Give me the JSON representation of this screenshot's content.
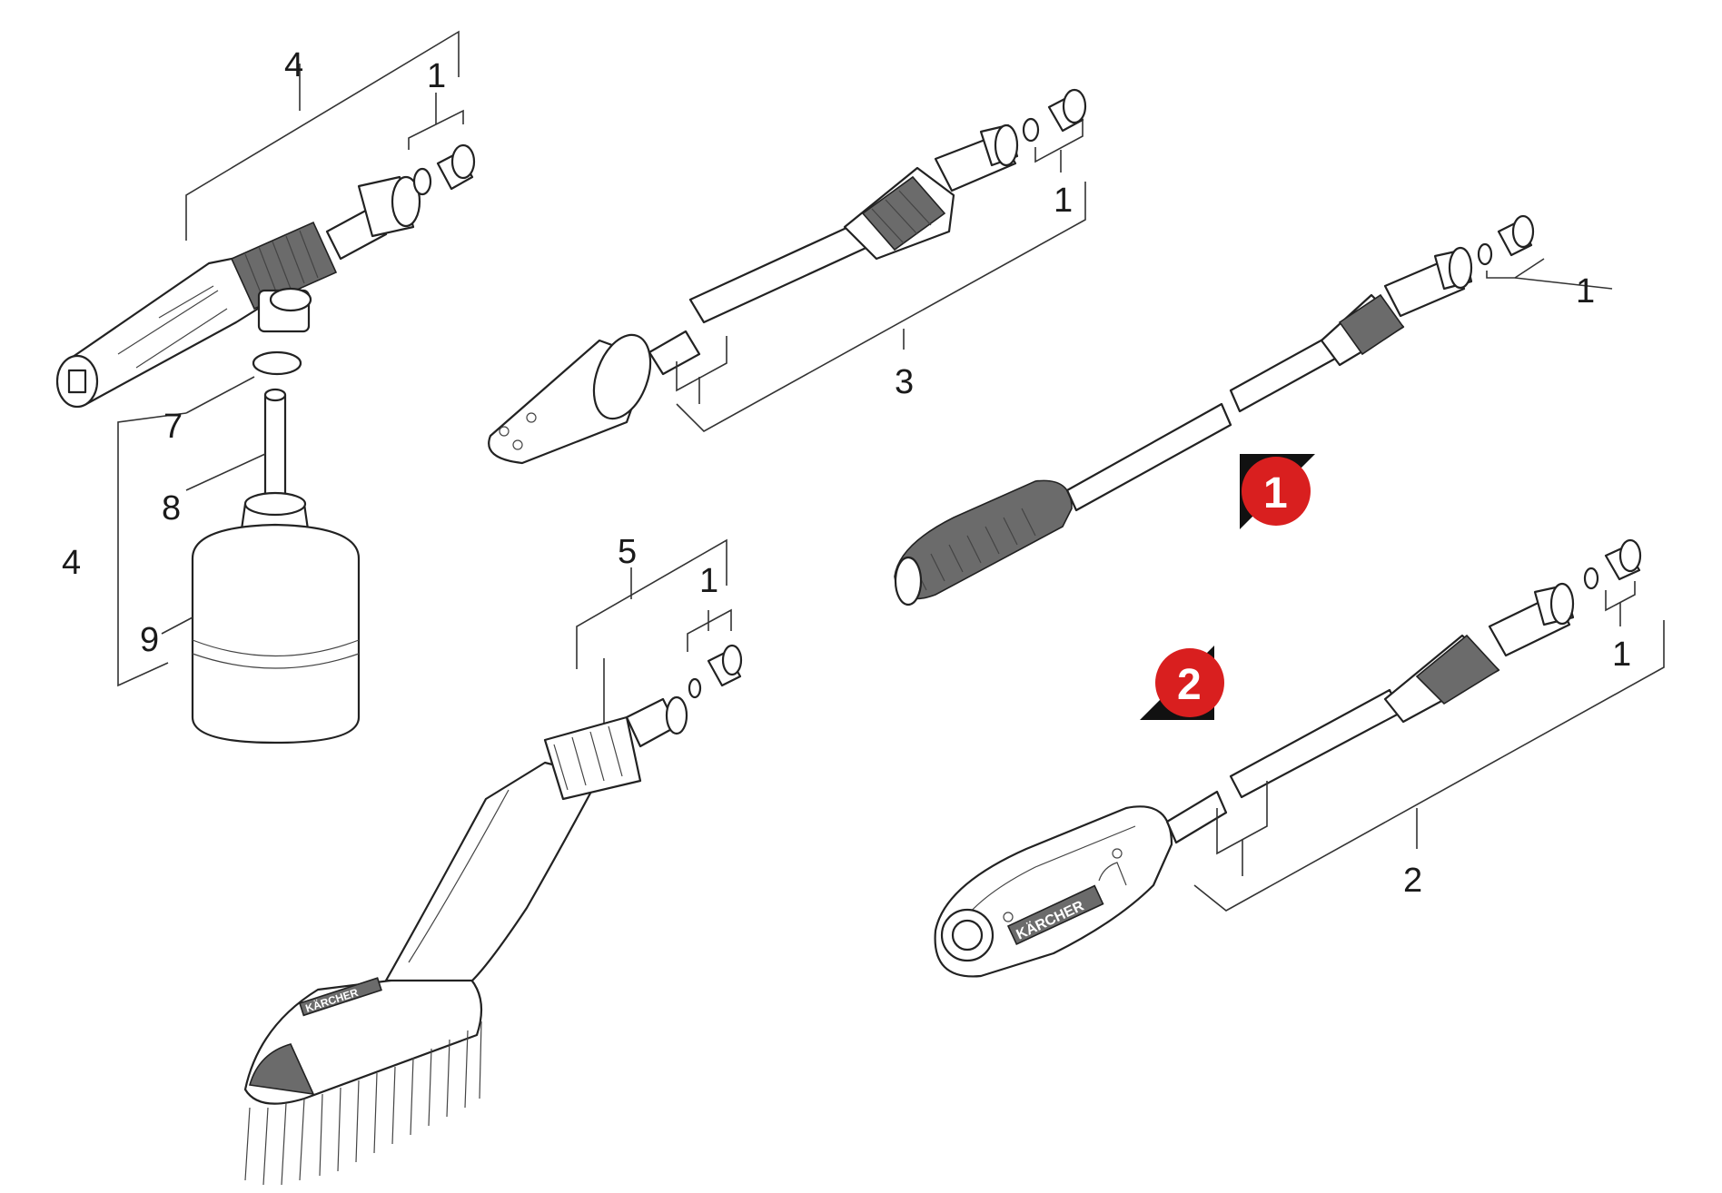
{
  "colors": {
    "line": "#333333",
    "badge_red": "#d91f1f",
    "badge_shadow": "#111111",
    "grip_dark": "#6b6b6b"
  },
  "callouts": {
    "foam_nozzle_group": "4",
    "foam_nozzle_nut": "1",
    "foam_bottle_group": "4",
    "cap_gasket": "7",
    "suction_tube": "8",
    "bottle": "9",
    "dirt_blaster_nut": "1",
    "dirt_blaster_lance": "3",
    "spray_lance_nut": "1",
    "wash_brush_group": "5",
    "wash_brush_nut": "1",
    "vario_lance_nut": "1",
    "vario_lance": "2"
  },
  "badges": {
    "variant_1": "1",
    "variant_2": "2"
  },
  "brand_text": {
    "vario_handle": "KÄRCHER",
    "brush_head": "KÄRCHER"
  }
}
